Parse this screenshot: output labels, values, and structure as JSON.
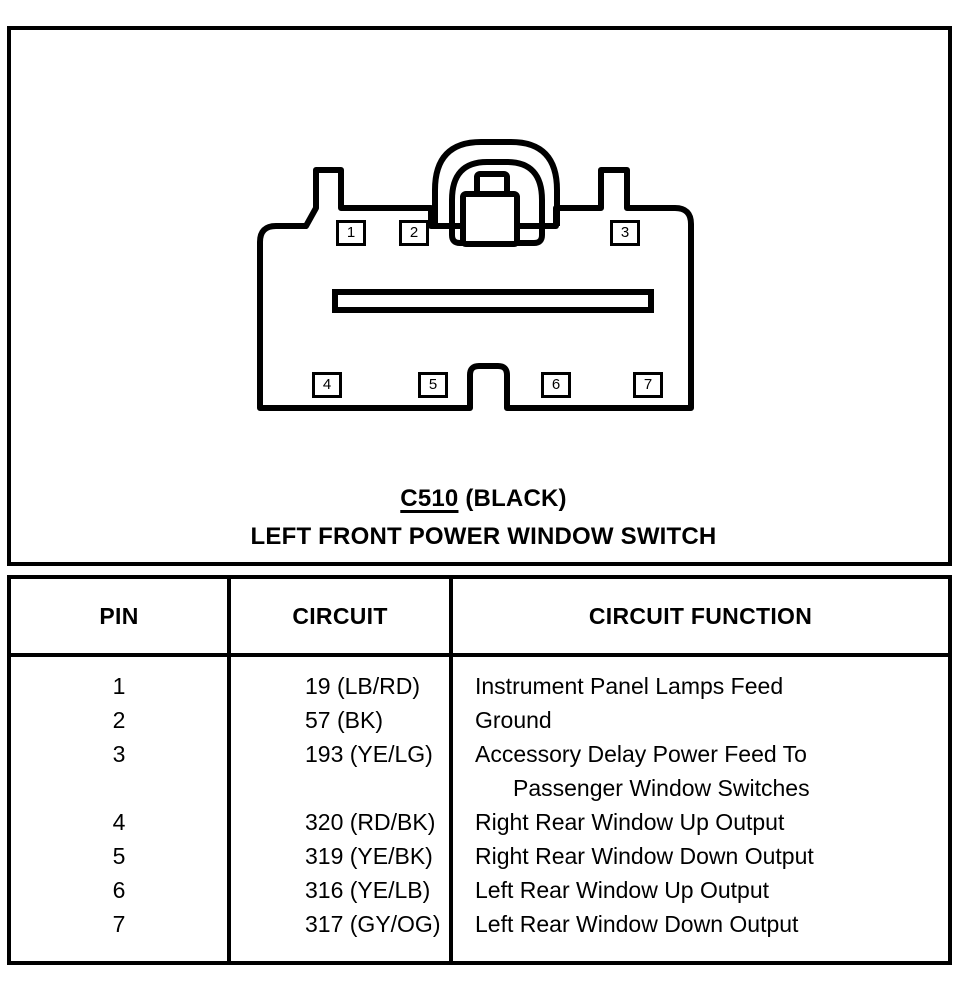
{
  "diagram": {
    "connector_name": "connector-c510-left-front-power-window-switch",
    "pin_labels": [
      "1",
      "2",
      "3",
      "4",
      "5",
      "6",
      "7"
    ],
    "caption": {
      "code": "C510",
      "color": "(BLACK)",
      "description": "LEFT FRONT POWER WINDOW SWITCH"
    }
  },
  "table": {
    "headers": [
      "PIN",
      "CIRCUIT",
      "CIRCUIT FUNCTION"
    ],
    "rows": [
      {
        "pin": "1",
        "circuit": "19 (LB/RD)",
        "function": "Instrument Panel Lamps Feed",
        "function2": ""
      },
      {
        "pin": "2",
        "circuit": "57 (BK)",
        "function": "Ground",
        "function2": ""
      },
      {
        "pin": "3",
        "circuit": "193 (YE/LG)",
        "function": "Accessory Delay Power Feed To",
        "function2": "Passenger Window Switches"
      },
      {
        "pin": "4",
        "circuit": "320 (RD/BK)",
        "function": "Right Rear Window Up Output",
        "function2": ""
      },
      {
        "pin": "5",
        "circuit": "319 (YE/BK)",
        "function": "Right Rear Window Down Output",
        "function2": ""
      },
      {
        "pin": "6",
        "circuit": "316 (YE/LB)",
        "function": "Left Rear Window Up Output",
        "function2": ""
      },
      {
        "pin": "7",
        "circuit": "317 (GY/OG)",
        "function": "Left Rear Window Down Output",
        "function2": ""
      }
    ]
  },
  "colors": {
    "ink": "#000000",
    "paper": "#ffffff"
  }
}
